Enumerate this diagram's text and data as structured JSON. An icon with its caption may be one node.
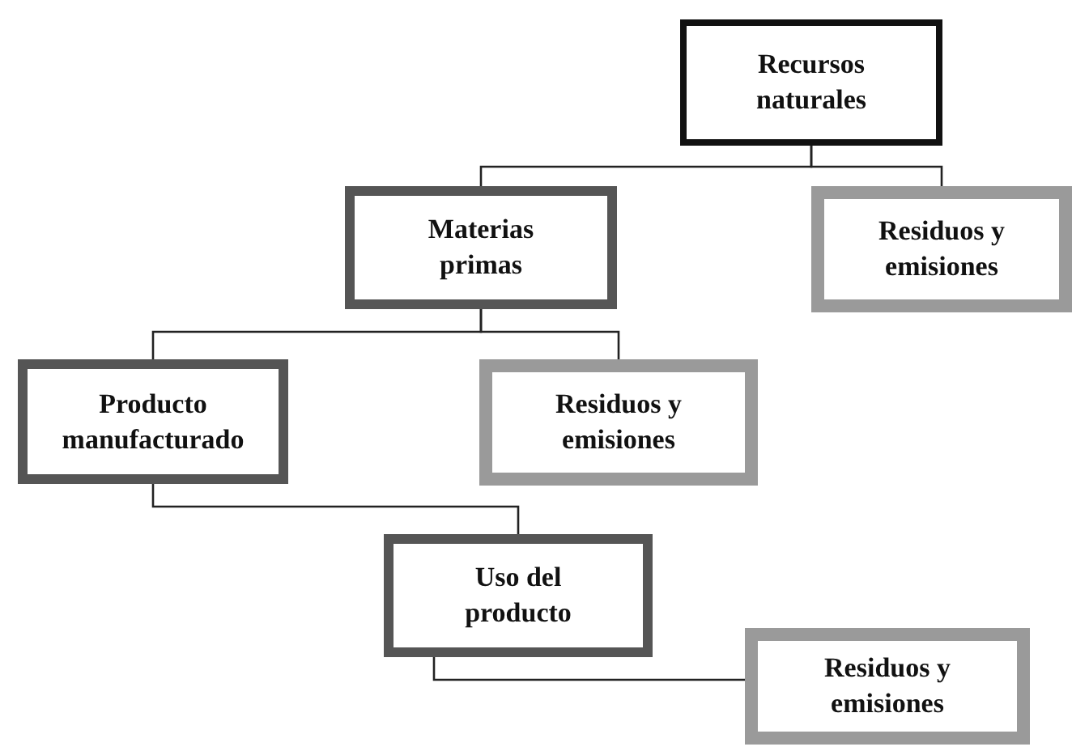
{
  "diagram": {
    "nodes": [
      {
        "text": [
          "Recursos naturales"
        ]
      },
      {
        "text": [
          "Materias primas"
        ]
      },
      {
        "text": [
          "Residuos y emisiones"
        ]
      },
      {
        "text": [
          "Producto manufacturado"
        ]
      },
      {
        "text": [
          "Residuos y emisiones"
        ]
      },
      {
        "text": [
          "Uso del producto"
        ]
      },
      {
        "text": [
          "Residuos y emisiones"
        ]
      }
    ],
    "edges": [
      {
        "from": 0,
        "to": 1,
        "arrow": "none"
      },
      {
        "from": 0,
        "to": 2,
        "arrow": "none"
      },
      {
        "from": 1,
        "to": 3,
        "arrow": "none"
      },
      {
        "from": 1,
        "to": 4,
        "arrow": "none"
      },
      {
        "from": 3,
        "to": 5,
        "arrow": "none"
      },
      {
        "from": 5,
        "to": 6,
        "arrow": "none"
      }
    ]
  }
}
